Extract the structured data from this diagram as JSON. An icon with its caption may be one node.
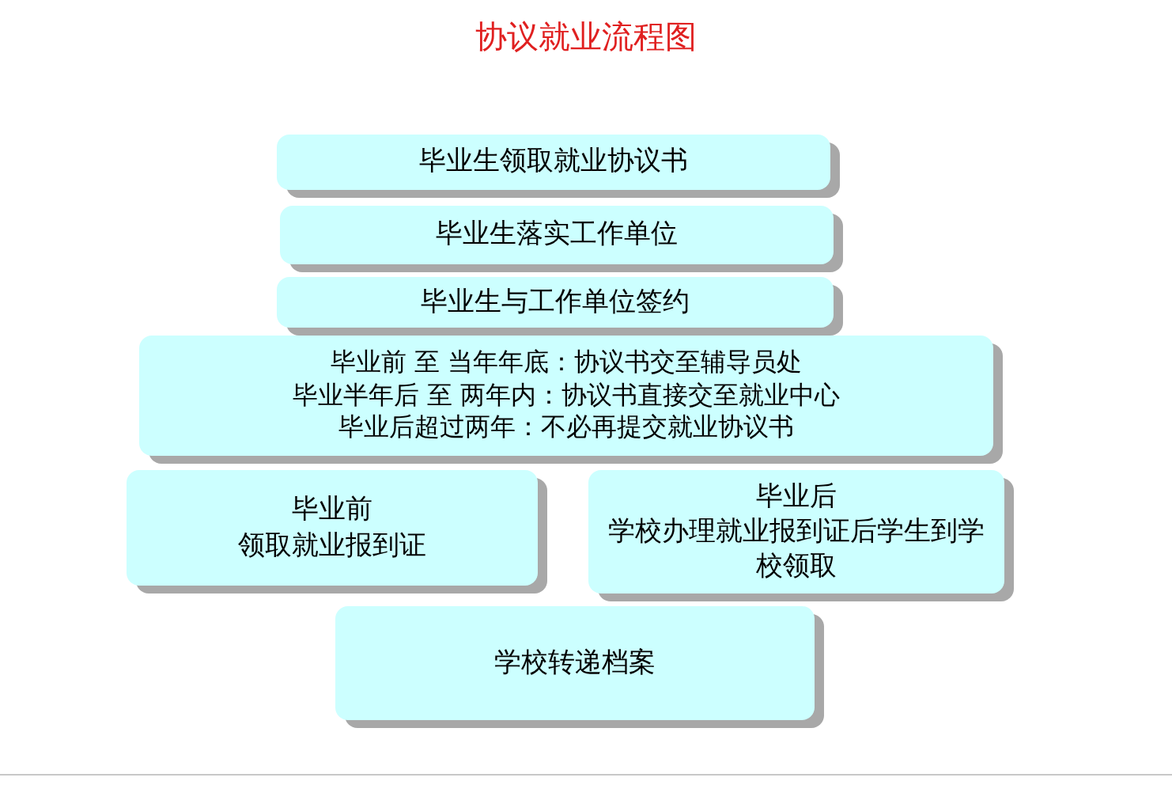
{
  "diagram": {
    "title": "协议就业流程图",
    "nodes": [
      {
        "text": [
          "毕业生领取就业协议书"
        ]
      },
      {
        "text": [
          "毕业生落实工作单位"
        ]
      },
      {
        "text": [
          "毕业生与工作单位签约"
        ]
      },
      {
        "text": [
          "毕业前 至 当年年底：协议书交至辅导员处",
          "毕业半年后 至 两年内：协议书直接交至就业中心",
          "毕业后超过两年：不必再提交就业协议书"
        ]
      },
      {
        "text": [
          "毕业前",
          "领取就业报到证"
        ]
      },
      {
        "text": [
          "毕业后",
          "学校办理就业报到证后学生到学校领取"
        ]
      },
      {
        "text": [
          "学校转递档案"
        ]
      }
    ]
  }
}
